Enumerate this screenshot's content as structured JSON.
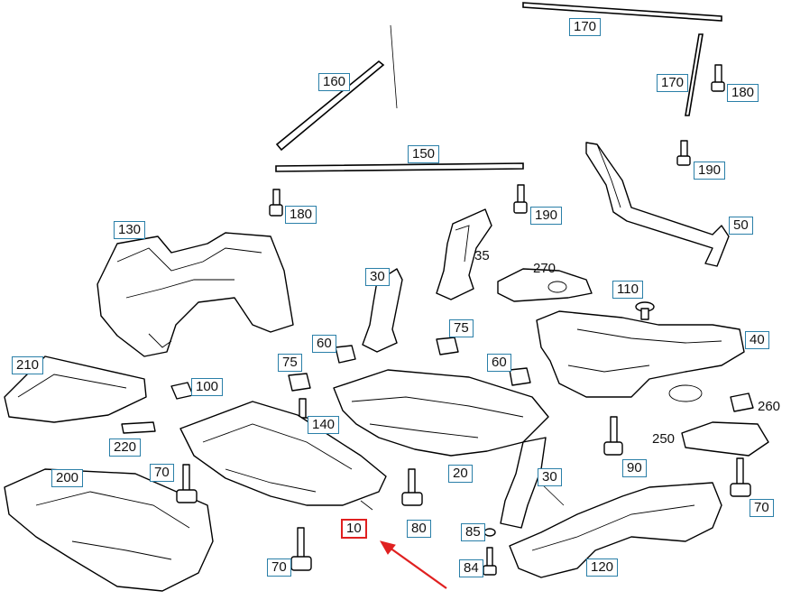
{
  "labels": {
    "p170a": "170",
    "p170b": "170",
    "p180a": "180",
    "p160": "160",
    "p190a": "190",
    "p150": "150",
    "p180b": "180",
    "p190b": "190",
    "p50": "50",
    "p130": "130",
    "p35": "35",
    "p270": "270",
    "p30a": "30",
    "p110": "110",
    "p40": "40",
    "p60a": "60",
    "p75a": "75",
    "p75b": "75",
    "p60b": "60",
    "p210": "210",
    "p100": "100",
    "p260": "260",
    "p140": "140",
    "p250": "250",
    "p220": "220",
    "p90": "90",
    "p70a": "70",
    "p200": "200",
    "p20": "20",
    "p30b": "30",
    "p70b": "70",
    "p80": "80",
    "p85": "85",
    "p10": "10",
    "p70c": "70",
    "p84": "84",
    "p120": "120"
  },
  "highlight_color": "#e02020",
  "label_border_color": "#2a7fa8"
}
